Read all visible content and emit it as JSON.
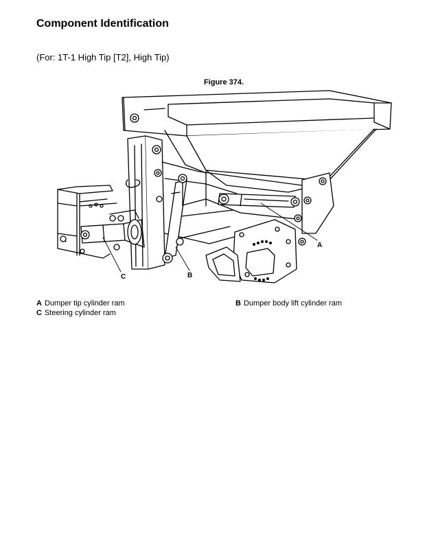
{
  "page": {
    "heading": "Component Identification",
    "subheading": "(For: 1T-1 High Tip [T2], High Tip)",
    "figure_title": "Figure 374."
  },
  "callouts": {
    "a": "A",
    "b": "B",
    "c": "C"
  },
  "legend": [
    {
      "key": "A",
      "label": "Dumper tip cylinder ram"
    },
    {
      "key": "B",
      "label": "Dumper body lift cylinder ram"
    },
    {
      "key": "C",
      "label": "Steering cylinder ram"
    }
  ]
}
